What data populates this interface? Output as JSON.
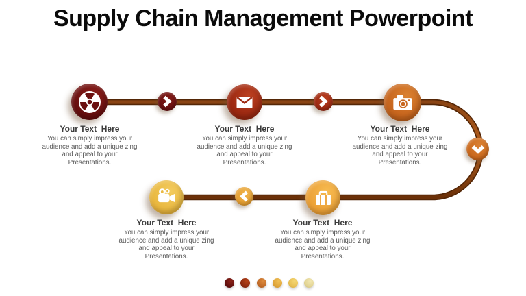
{
  "title": "Supply Chain Management Powerpoint",
  "steps": [
    {
      "icon": "radiation-icon",
      "color": "#6b1010",
      "heading": "Your Text  Here",
      "body_lines": [
        "You can simply impress your",
        "audience and add a unique zing",
        "and appeal to your",
        "Presentations."
      ]
    },
    {
      "icon": "envelope-icon",
      "color": "#9e2a12",
      "heading": "Your Text  Here",
      "body_lines": [
        "You can simply impress your",
        "audience and add a unique zing",
        "and appeal to your",
        "Presentations."
      ]
    },
    {
      "icon": "camera-icon",
      "color": "#c8671f",
      "heading": "Your Text  Here",
      "body_lines": [
        "You can simply impress your",
        "audience and add a unique zing",
        "and appeal to your",
        "Presentations."
      ]
    },
    {
      "icon": "video-camera-icon",
      "color": "#eaba43",
      "heading": "Your Text  Here",
      "body_lines": [
        "You can simply impress your",
        "audience and add a unique zing",
        "and appeal to your",
        "Presentations."
      ]
    },
    {
      "icon": "briefcase-icon",
      "color": "#eda43a",
      "heading": "Your Text  Here",
      "body_lines": [
        "You can simply impress your",
        "audience and add a unique zing",
        "and appeal to your",
        "Presentations."
      ]
    }
  ],
  "connectors": {
    "chevron_1": {
      "icon": "chevron-right-icon",
      "color": "#6b1010"
    },
    "chevron_2": {
      "icon": "chevron-right-icon",
      "color": "#9e2a12"
    },
    "chevron_down": {
      "icon": "chevron-down-icon",
      "color": "#cb6a1e"
    },
    "chevron_left": {
      "icon": "chevron-left-icon",
      "color": "#e6a033"
    },
    "pipe_colors": [
      "#8a4414",
      "#b35f1e",
      "#6b3008"
    ]
  },
  "palette_dots": [
    "#63100e",
    "#8f2b10",
    "#c06a28",
    "#dfa53a",
    "#e8c055",
    "#e2d494"
  ]
}
